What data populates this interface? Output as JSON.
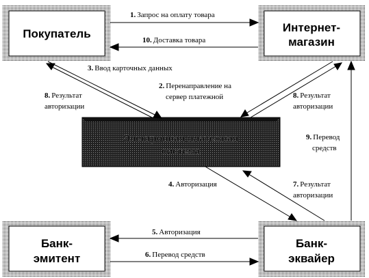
{
  "nodes": {
    "buyer": "Покупатель",
    "shop_line1": "Интернет-",
    "shop_line2": "магазин",
    "payment_line1": "Электронная платежная",
    "payment_line2": "система",
    "issuer_line1": "Банк-",
    "issuer_line2": "эмитент",
    "acquirer_line1": "Банк-",
    "acquirer_line2": "эквайер"
  },
  "edges": {
    "e1": {
      "num": "1.",
      "text": "Запрос на оплату товара"
    },
    "e10": {
      "num": "10.",
      "text": "Доставка товара"
    },
    "e3": {
      "num": "3.",
      "text": "Ввод карточных данных"
    },
    "e2": {
      "num": "2.",
      "line1": "Перенаправление на",
      "line2": "сервер платежной"
    },
    "e8_left": {
      "num": "8.",
      "line1": "Результат",
      "line2": "авторизации"
    },
    "e8_right": {
      "num": "8.",
      "line1": "Результат",
      "line2": "авторизации"
    },
    "e9": {
      "num": "9.",
      "line1": "Перевод",
      "line2": "средств"
    },
    "e4": {
      "num": "4.",
      "text": "Авторизация"
    },
    "e7": {
      "num": "7.",
      "line1": "Результат",
      "line2": "авторизации"
    },
    "e5": {
      "num": "5.",
      "text": "Авторизация"
    },
    "e6": {
      "num": "6.",
      "text": "Перевод средств"
    }
  }
}
